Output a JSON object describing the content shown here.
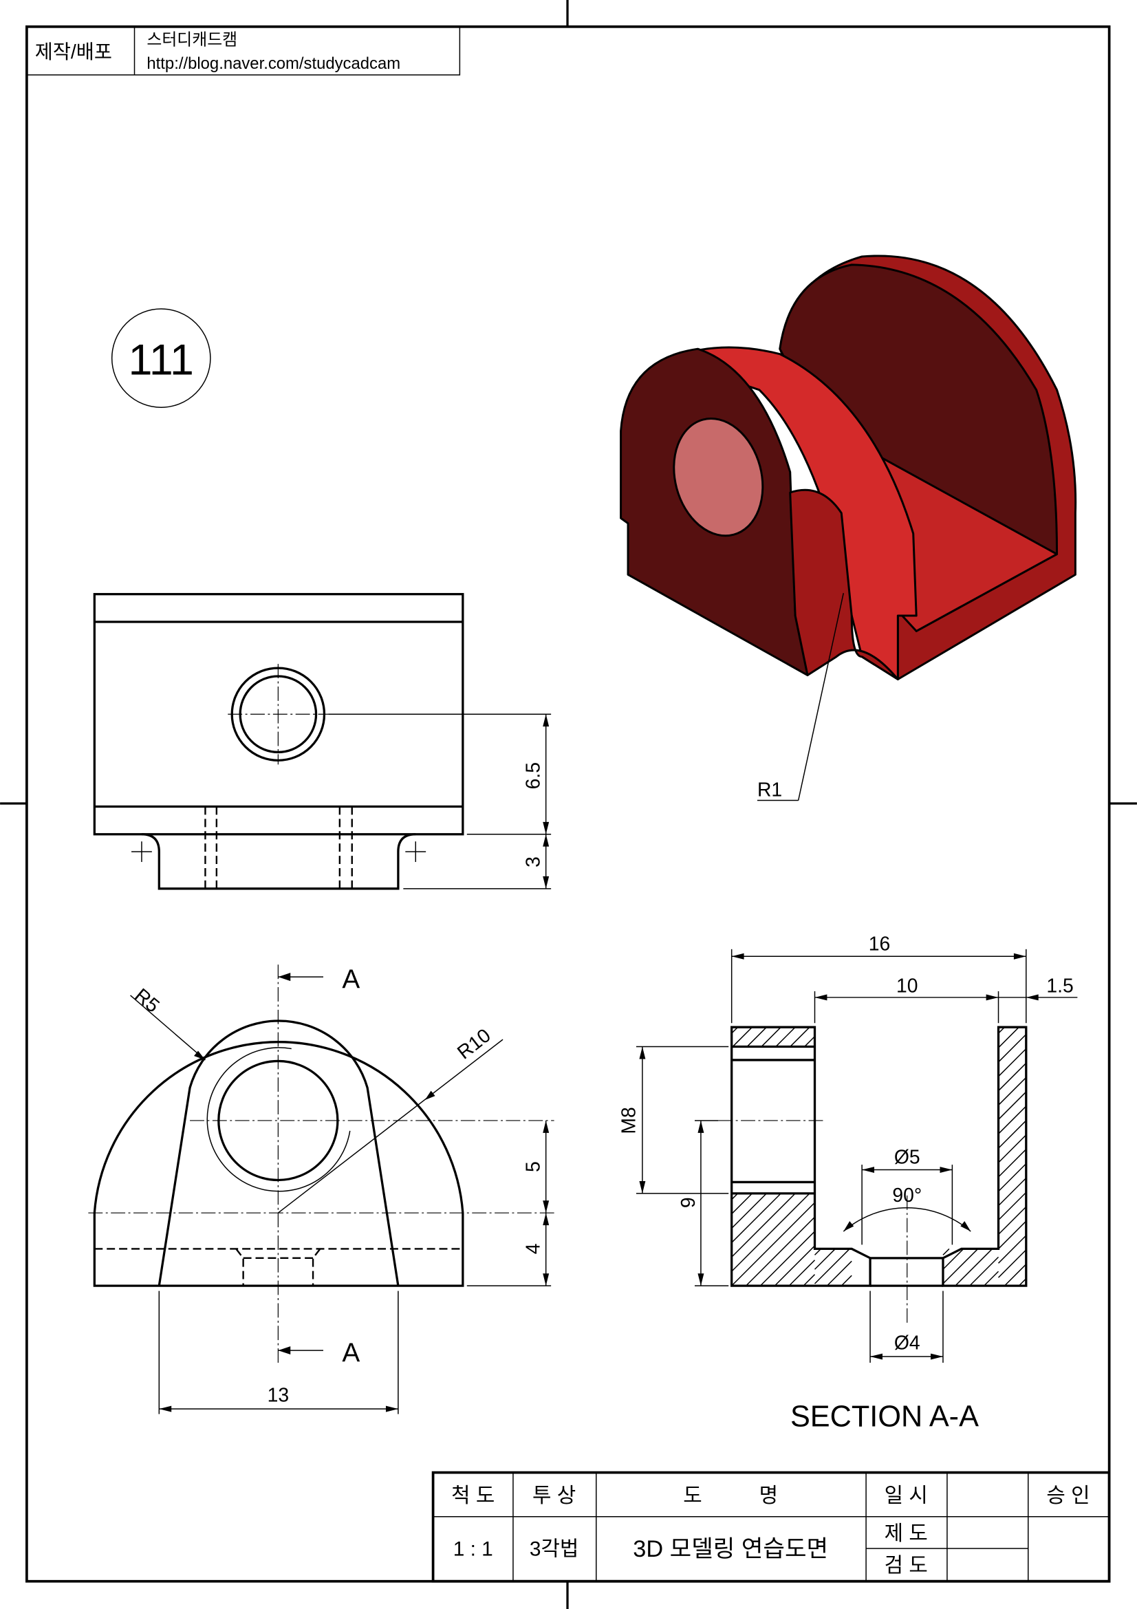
{
  "header": {
    "label": "제작/배포",
    "author": "스터디캐드캠",
    "url": "http://blog.naver.com/studycadcam"
  },
  "drawing_number": "111",
  "top_view": {
    "dims": [
      "6.5",
      "3"
    ]
  },
  "front_view": {
    "dims": [
      "5",
      "4",
      "13"
    ],
    "radii": [
      "R5",
      "R10"
    ],
    "section_marks": [
      "A",
      "A"
    ]
  },
  "iso_view": {
    "callout": "R1",
    "colors": {
      "light": "#d42a2a",
      "mid": "#a01818",
      "dark": "#561010",
      "bore": "#c86a6a"
    }
  },
  "section_view": {
    "dims": {
      "overall": "16",
      "inner": "10",
      "wall": "1.5",
      "thread": "M8",
      "height": "9",
      "top_dia": "Ø5",
      "angle": "90°",
      "bottom_dia": "Ø4"
    },
    "title": "SECTION A-A"
  },
  "title_block": {
    "scale_label": "척 도",
    "projection_label": "투 상",
    "name_label": "도          명",
    "date_label": "일 시",
    "approval_label": "승 인",
    "scale": "1 : 1",
    "projection": "3각법",
    "name": "3D 모델링 연습도면",
    "drafted_label": "제 도",
    "checked_label": "검 도"
  }
}
